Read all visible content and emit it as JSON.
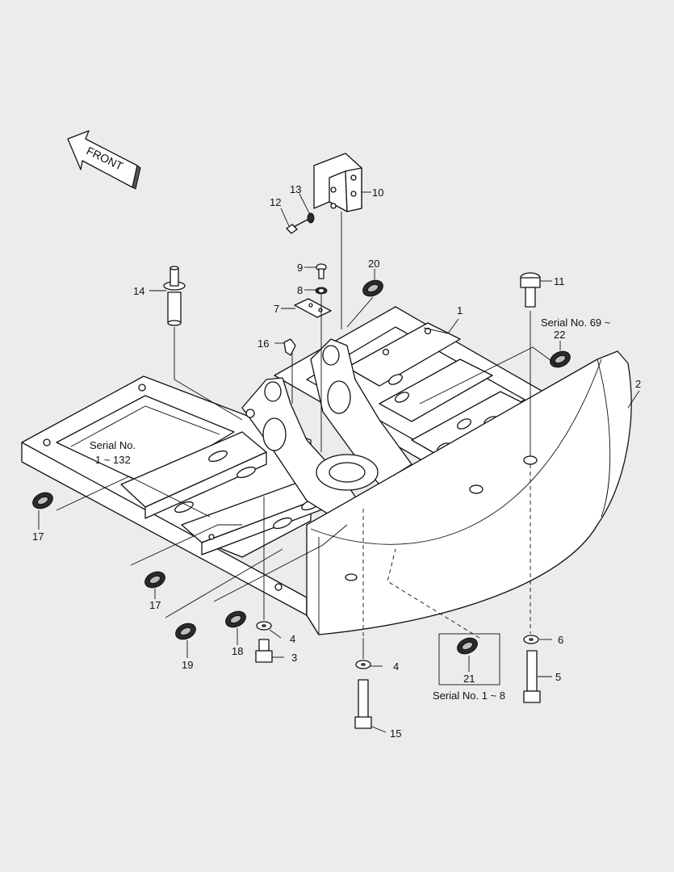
{
  "front_label": "FRONT",
  "callouts": {
    "c1": "1",
    "c2": "2",
    "c3": "3",
    "c4a": "4",
    "c4b": "4",
    "c5": "5",
    "c6": "6",
    "c7": "7",
    "c8": "8",
    "c9": "9",
    "c10": "10",
    "c11": "11",
    "c12": "12",
    "c13": "13",
    "c14": "14",
    "c15": "15",
    "c16": "16",
    "c17a": "17",
    "c17b": "17",
    "c18": "18",
    "c19": "19",
    "c20": "20",
    "c21": "21",
    "c22": "22"
  },
  "notes": {
    "serial_1_132_line1": "Serial No.",
    "serial_1_132_line2": "1 ~ 132",
    "serial_69": "Serial No. 69 ~",
    "serial_1_8": "Serial No. 1 ~ 8"
  }
}
